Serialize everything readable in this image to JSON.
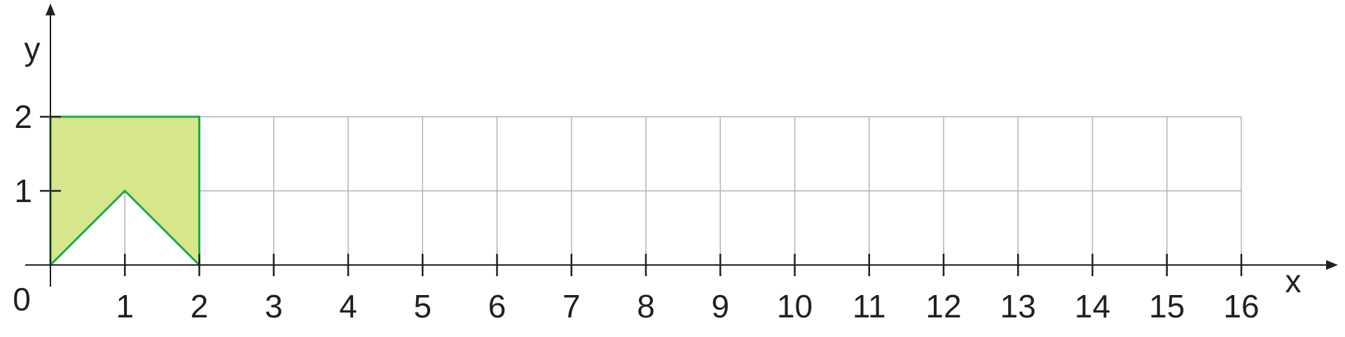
{
  "chart_data": {
    "type": "grid-figure",
    "xlabel": "x",
    "ylabel": "y",
    "origin_label": "0",
    "xlim": [
      0,
      16
    ],
    "ylim": [
      0,
      2
    ],
    "x_ticks": [
      "1",
      "2",
      "3",
      "4",
      "5",
      "6",
      "7",
      "8",
      "9",
      "10",
      "11",
      "12",
      "13",
      "14",
      "15",
      "16"
    ],
    "y_ticks": [
      "1",
      "2"
    ],
    "grid": true,
    "shape": {
      "vertices": [
        [
          0,
          0
        ],
        [
          0,
          2
        ],
        [
          2,
          2
        ],
        [
          2,
          0
        ],
        [
          1,
          1
        ]
      ],
      "fill": "#d6e68a",
      "stroke": "#1ea84a"
    },
    "colors": {
      "axis": "#231f20",
      "grid": "#b3b3b3",
      "text": "#231f20"
    }
  }
}
